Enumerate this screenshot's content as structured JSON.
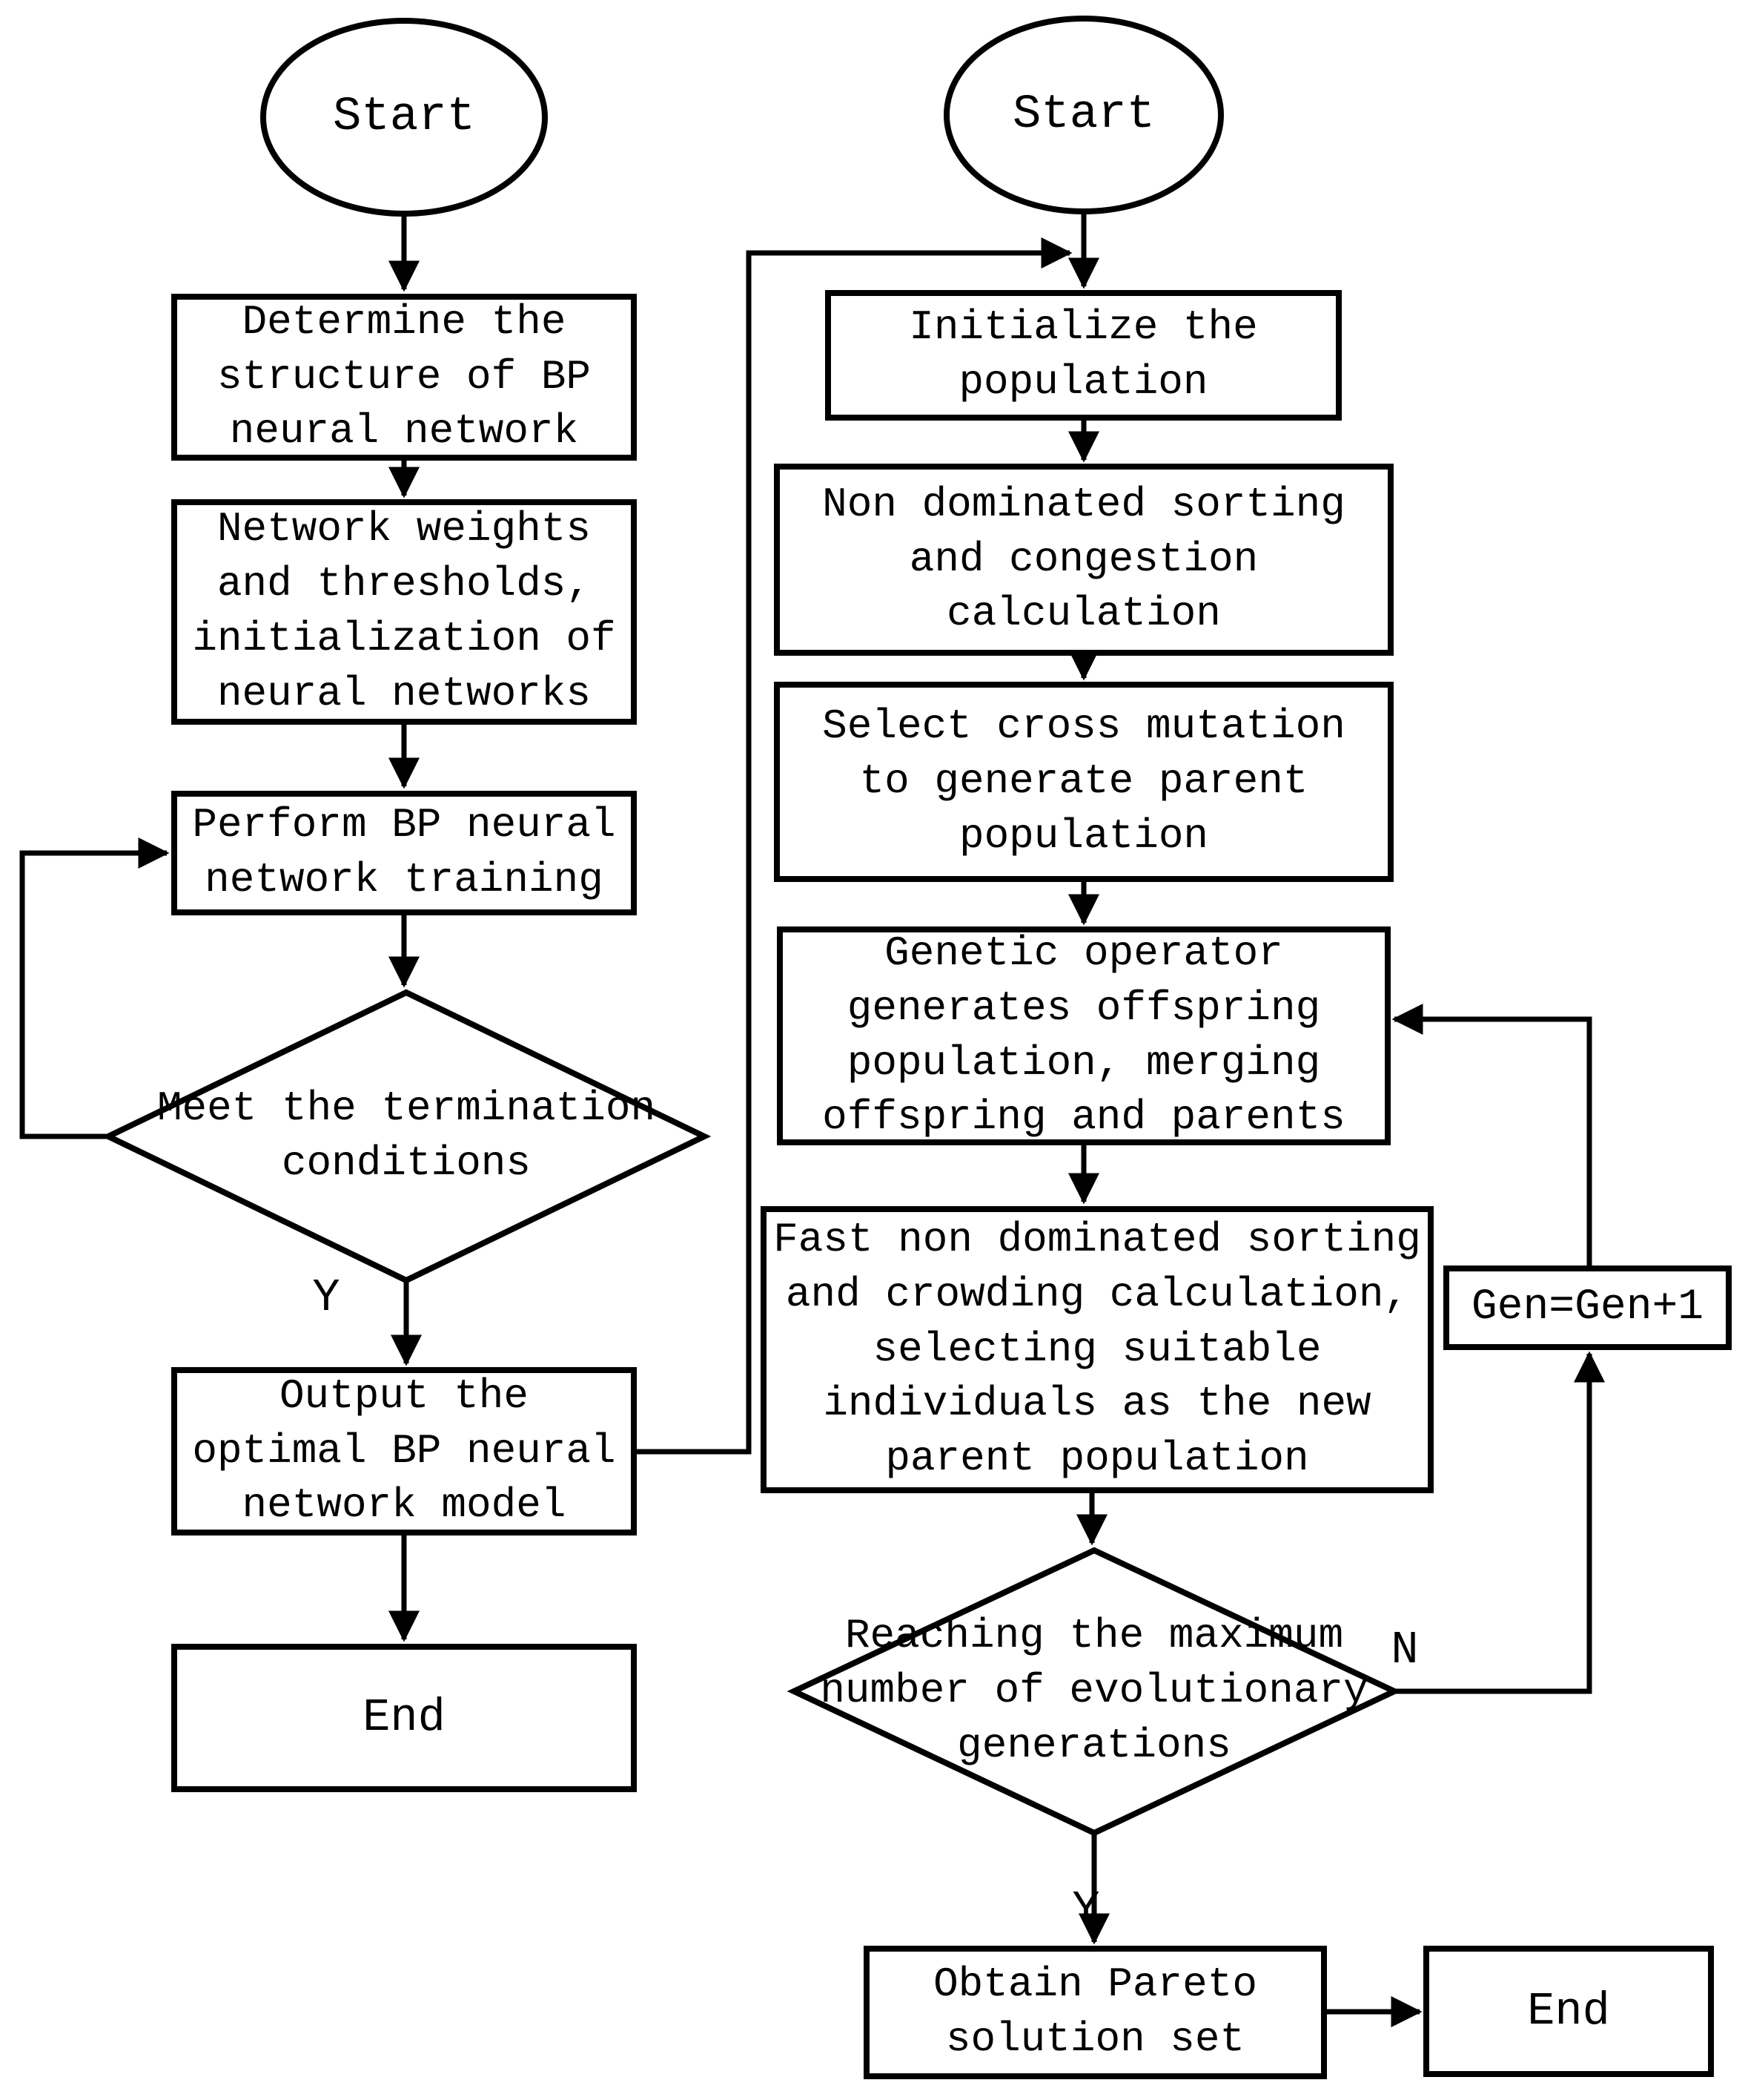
{
  "diagram": {
    "colors": {
      "line": "#000000",
      "background": "#ffffff"
    },
    "left": {
      "start": "Start",
      "determine_structure": "Determine the\nstructure of BP\nneural network",
      "init_weights": "Network weights\nand thresholds,\ninitialization of\nneural networks",
      "perform_training": "Perform BP neural\nnetwork training",
      "termination_decision": "Meet the termination\nconditions",
      "yes_label": "Y",
      "output_model": "Output the\noptimal BP neural\nnetwork model",
      "end": "End"
    },
    "right": {
      "start": "Start",
      "init_population": "Initialize the\npopulation",
      "non_dominated_sorting": "Non dominated sorting\nand congestion\ncalculation",
      "select_cross_mutation": "Select cross mutation\nto generate parent\npopulation",
      "genetic_operator": "Genetic operator\ngenerates offspring\npopulation, merging\noffspring and parents",
      "fast_sorting": "Fast non dominated sorting\nand crowding calculation,\nselecting suitable\nindividuals as the new\nparent population",
      "max_generations_decision": "Reaching the maximum\nnumber of evolutionary\ngenerations",
      "no_label": "N",
      "yes_label": "Y",
      "gen_increment": "Gen=Gen+1",
      "obtain_pareto": "Obtain Pareto\nsolution set",
      "end": "End"
    }
  }
}
